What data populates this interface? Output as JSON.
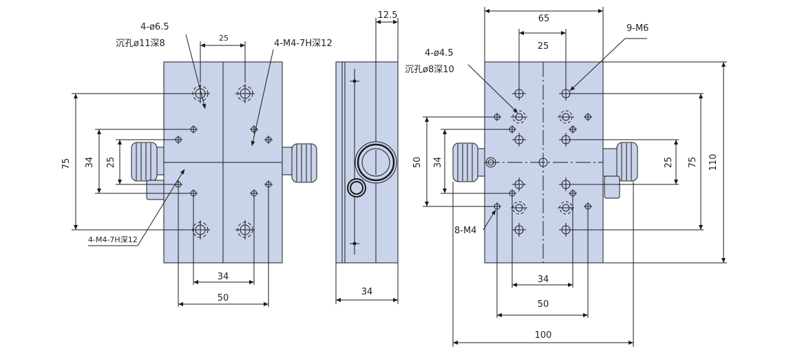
{
  "colors": {
    "plate": "#c9d3ea",
    "line": "#1a1a1a",
    "background": "#ffffff"
  },
  "left_view": {
    "callout_hole": "4-ø6.5",
    "callout_counterbore": "沉孔ø11深8",
    "callout_thread_top": "4-M4-7H深12",
    "callout_thread_bottom": "4-M4-7H深12",
    "dim_top": "25",
    "dim_75": "75",
    "dim_34": "34",
    "dim_25": "25",
    "dim_bottom_34": "34",
    "dim_bottom_50": "50"
  },
  "side_view": {
    "dim_top": "12.5",
    "dim_bottom": "34"
  },
  "right_view": {
    "dim_65": "65",
    "dim_25_top": "25",
    "callout_m6": "9-M6",
    "callout_hole": "4-ø4.5",
    "callout_counterbore": "沉孔ø8深10",
    "dim_50_left": "50",
    "dim_34_left": "34",
    "dim_25_right": "25",
    "dim_75_right": "75",
    "dim_110": "110",
    "callout_m4": "8-M4",
    "dim_34_bottom": "34",
    "dim_50_bottom": "50",
    "dim_100": "100"
  }
}
